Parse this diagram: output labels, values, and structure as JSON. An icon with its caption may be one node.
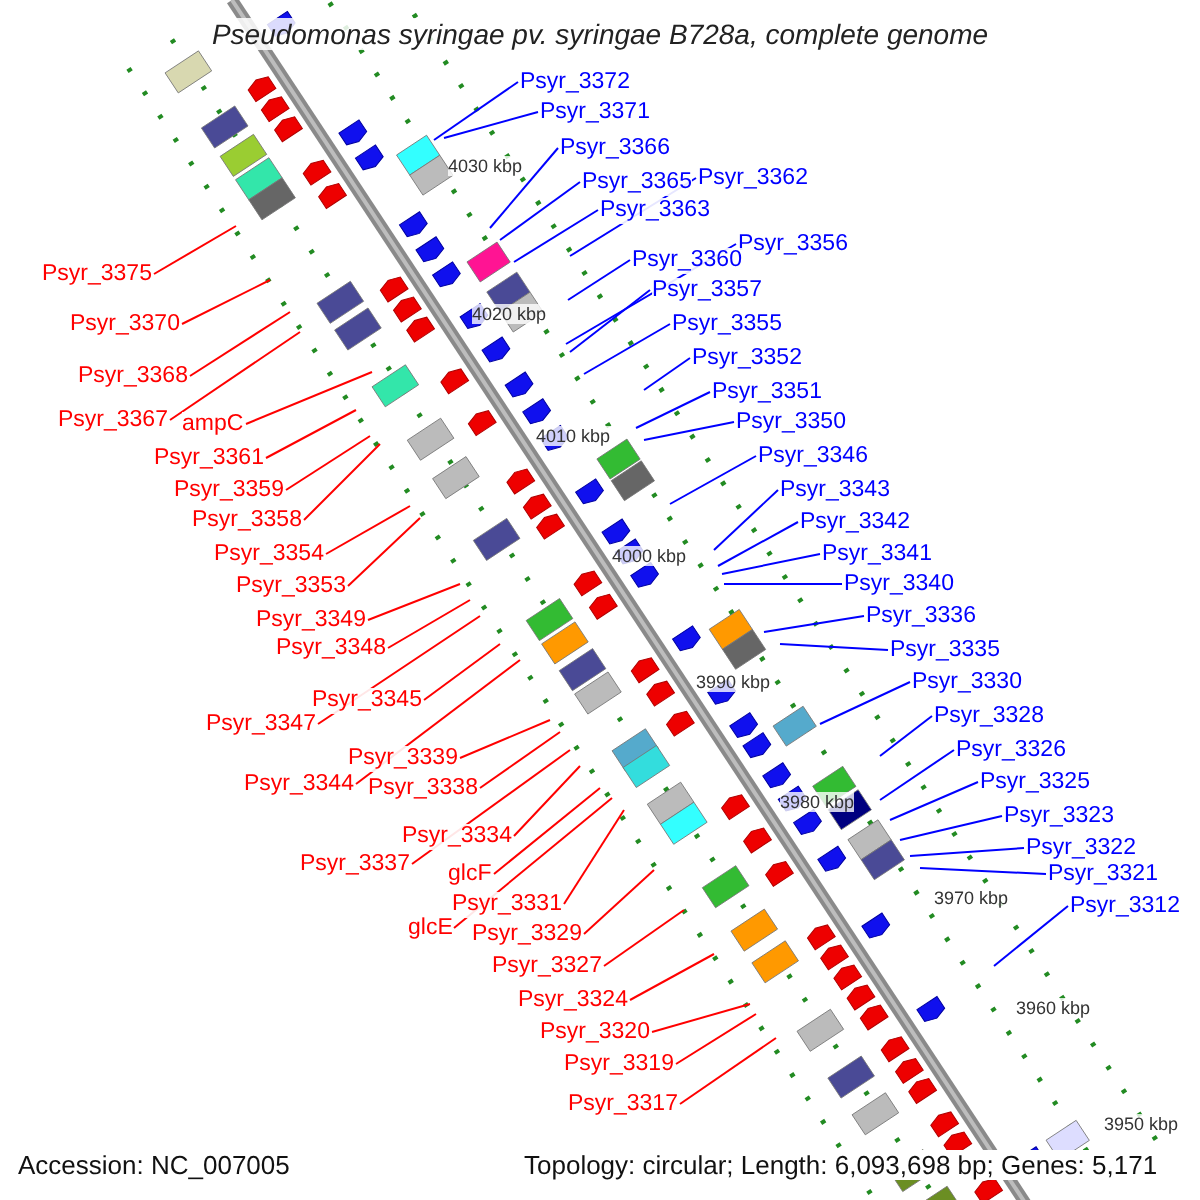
{
  "diagram": {
    "title": "Pseudomonas syringae pv. syringae B728a, complete genome",
    "nodes": [
      {
        "text": [
          "Psyr_3372"
        ]
      },
      {
        "text": [
          "Psyr_3371"
        ]
      },
      {
        "text": [
          "Psyr_3366"
        ]
      },
      {
        "text": [
          "Psyr_3362"
        ]
      },
      {
        "text": [
          "Psyr_3365"
        ]
      },
      {
        "text": [
          "Psyr_3363"
        ]
      },
      {
        "text": [
          "Psyr_3356"
        ]
      },
      {
        "text": [
          "Psyr_3360"
        ]
      },
      {
        "text": [
          "Psyr_3375"
        ]
      },
      {
        "text": [
          "Psyr_3357"
        ]
      },
      {
        "text": [
          "Psyr_3370"
        ]
      },
      {
        "text": [
          "Psyr_3355"
        ]
      },
      {
        "text": [
          "Psyr_3352"
        ]
      },
      {
        "text": [
          "Psyr_3368"
        ]
      },
      {
        "text": [
          "Psyr_3351"
        ]
      },
      {
        "text": [
          "Psyr_3367"
        ]
      },
      {
        "text": [
          "Psyr_3350"
        ]
      },
      {
        "text": [
          "ampC"
        ]
      },
      {
        "text": [
          "Psyr_3346"
        ]
      },
      {
        "text": [
          "Psyr_3361"
        ]
      },
      {
        "text": [
          "Psyr_3359"
        ]
      },
      {
        "text": [
          "Psyr_3343"
        ]
      },
      {
        "text": [
          "Psyr_3358"
        ]
      },
      {
        "text": [
          "Psyr_3342"
        ]
      },
      {
        "text": [
          "Psyr_3354"
        ]
      },
      {
        "text": [
          "Psyr_3341"
        ]
      },
      {
        "text": [
          "Psyr_3340"
        ]
      },
      {
        "text": [
          "Psyr_3353"
        ]
      },
      {
        "text": [
          "Psyr_3336"
        ]
      },
      {
        "text": [
          "Psyr_3349"
        ]
      },
      {
        "text": [
          "Psyr_3348"
        ]
      },
      {
        "text": [
          "Psyr_3335"
        ]
      },
      {
        "text": [
          "Psyr_3330"
        ]
      },
      {
        "text": [
          "Psyr_3345"
        ]
      },
      {
        "text": [
          "Psyr_3328"
        ]
      },
      {
        "text": [
          "Psyr_3347"
        ]
      },
      {
        "text": [
          "Psyr_3326"
        ]
      },
      {
        "text": [
          "Psyr_3339"
        ]
      },
      {
        "text": [
          "Psyr_3325"
        ]
      },
      {
        "text": [
          "Psyr_3344"
        ]
      },
      {
        "text": [
          "Psyr_3338"
        ]
      },
      {
        "text": [
          "Psyr_3323"
        ]
      },
      {
        "text": [
          "Psyr_3334"
        ]
      },
      {
        "text": [
          "Psyr_3322"
        ]
      },
      {
        "text": [
          "Psyr_3337"
        ]
      },
      {
        "text": [
          "glcF"
        ]
      },
      {
        "text": [
          "Psyr_3321"
        ]
      },
      {
        "text": [
          "Psyr_3331"
        ]
      },
      {
        "text": [
          "Psyr_3312"
        ]
      },
      {
        "text": [
          "glcE"
        ]
      },
      {
        "text": [
          "Psyr_3329"
        ]
      },
      {
        "text": [
          "Psyr_3327"
        ]
      },
      {
        "text": [
          "Psyr_3324"
        ]
      },
      {
        "text": [
          "Psyr_3320"
        ]
      },
      {
        "text": [
          "Psyr_3319"
        ]
      },
      {
        "text": [
          "Psyr_3317"
        ]
      }
    ],
    "edges": [
      {
        "from": 0,
        "to": null,
        "arrow": "none",
        "color": "#0000ff"
      },
      {
        "from": 1,
        "to": null,
        "arrow": "none",
        "color": "#0000ff"
      },
      {
        "from": 2,
        "to": null,
        "arrow": "none",
        "color": "#0000ff"
      },
      {
        "from": 3,
        "to": null,
        "arrow": "none",
        "color": "#0000ff"
      },
      {
        "from": 4,
        "to": null,
        "arrow": "none",
        "color": "#0000ff"
      },
      {
        "from": 5,
        "to": null,
        "arrow": "none",
        "color": "#0000ff"
      },
      {
        "from": 6,
        "to": null,
        "arrow": "none",
        "color": "#0000ff"
      },
      {
        "from": 7,
        "to": null,
        "arrow": "none",
        "color": "#0000ff"
      },
      {
        "from": 8,
        "to": null,
        "arrow": "none",
        "color": "#ff0000"
      },
      {
        "from": 9,
        "to": null,
        "arrow": "none",
        "color": "#0000ff"
      },
      {
        "from": 10,
        "to": null,
        "arrow": "none",
        "color": "#ff0000"
      },
      {
        "from": 11,
        "to": null,
        "arrow": "none",
        "color": "#0000ff"
      },
      {
        "from": 12,
        "to": null,
        "arrow": "none",
        "color": "#0000ff"
      },
      {
        "from": 13,
        "to": null,
        "arrow": "none",
        "color": "#ff0000"
      },
      {
        "from": 14,
        "to": null,
        "arrow": "none",
        "color": "#0000ff"
      },
      {
        "from": 15,
        "to": null,
        "arrow": "none",
        "color": "#ff0000"
      },
      {
        "from": 16,
        "to": null,
        "arrow": "none",
        "color": "#0000ff"
      },
      {
        "from": 17,
        "to": null,
        "arrow": "none",
        "color": "#ff0000"
      },
      {
        "from": 18,
        "to": null,
        "arrow": "none",
        "color": "#0000ff"
      },
      {
        "from": 19,
        "to": null,
        "arrow": "none",
        "color": "#ff0000"
      },
      {
        "from": 20,
        "to": null,
        "arrow": "none",
        "color": "#ff0000"
      },
      {
        "from": 21,
        "to": null,
        "arrow": "none",
        "color": "#0000ff"
      },
      {
        "from": 22,
        "to": null,
        "arrow": "none",
        "color": "#ff0000"
      },
      {
        "from": 23,
        "to": null,
        "arrow": "none",
        "color": "#0000ff"
      },
      {
        "from": 24,
        "to": null,
        "arrow": "none",
        "color": "#ff0000"
      },
      {
        "from": 25,
        "to": null,
        "arrow": "none",
        "color": "#0000ff"
      },
      {
        "from": 26,
        "to": null,
        "arrow": "none",
        "color": "#0000ff"
      },
      {
        "from": 27,
        "to": null,
        "arrow": "none",
        "color": "#ff0000"
      },
      {
        "from": 28,
        "to": null,
        "arrow": "none",
        "color": "#0000ff"
      },
      {
        "from": 29,
        "to": null,
        "arrow": "none",
        "color": "#ff0000"
      },
      {
        "from": 30,
        "to": null,
        "arrow": "none",
        "color": "#ff0000"
      },
      {
        "from": 31,
        "to": null,
        "arrow": "none",
        "color": "#0000ff"
      },
      {
        "from": 32,
        "to": null,
        "arrow": "none",
        "color": "#0000ff"
      },
      {
        "from": 33,
        "to": null,
        "arrow": "none",
        "color": "#ff0000"
      },
      {
        "from": 34,
        "to": null,
        "arrow": "none",
        "color": "#0000ff"
      },
      {
        "from": 35,
        "to": null,
        "arrow": "none",
        "color": "#ff0000"
      },
      {
        "from": 36,
        "to": null,
        "arrow": "none",
        "color": "#0000ff"
      },
      {
        "from": 37,
        "to": null,
        "arrow": "none",
        "color": "#ff0000"
      },
      {
        "from": 38,
        "to": null,
        "arrow": "none",
        "color": "#0000ff"
      },
      {
        "from": 39,
        "to": null,
        "arrow": "none",
        "color": "#ff0000"
      },
      {
        "from": 40,
        "to": null,
        "arrow": "none",
        "color": "#ff0000"
      },
      {
        "from": 41,
        "to": null,
        "arrow": "none",
        "color": "#0000ff"
      },
      {
        "from": 42,
        "to": null,
        "arrow": "none",
        "color": "#ff0000"
      },
      {
        "from": 43,
        "to": null,
        "arrow": "none",
        "color": "#0000ff"
      },
      {
        "from": 44,
        "to": null,
        "arrow": "none",
        "color": "#ff0000"
      },
      {
        "from": 45,
        "to": null,
        "arrow": "none",
        "color": "#ff0000"
      },
      {
        "from": 46,
        "to": null,
        "arrow": "none",
        "color": "#0000ff"
      },
      {
        "from": 47,
        "to": null,
        "arrow": "none",
        "color": "#ff0000"
      },
      {
        "from": 48,
        "to": null,
        "arrow": "none",
        "color": "#0000ff"
      },
      {
        "from": 49,
        "to": null,
        "arrow": "none",
        "color": "#ff0000"
      },
      {
        "from": 50,
        "to": null,
        "arrow": "none",
        "color": "#ff0000"
      },
      {
        "from": 51,
        "to": null,
        "arrow": "none",
        "color": "#ff0000"
      },
      {
        "from": 52,
        "to": null,
        "arrow": "none",
        "color": "#ff0000"
      },
      {
        "from": 53,
        "to": null,
        "arrow": "none",
        "color": "#ff0000"
      },
      {
        "from": 54,
        "to": null,
        "arrow": "none",
        "color": "#ff0000"
      },
      {
        "from": 55,
        "to": null,
        "arrow": "none",
        "color": "#ff0000"
      }
    ],
    "labels": [
      "4030 kbp",
      "4020 kbp",
      "4010 kbp",
      "4000 kbp",
      "3990 kbp",
      "3980 kbp",
      "3970 kbp",
      "3960 kbp",
      "3950 kbp",
      "Accession: NC_007005",
      "Topology: circular; Length: 6,093,698 bp; Genes: 5,171"
    ]
  }
}
